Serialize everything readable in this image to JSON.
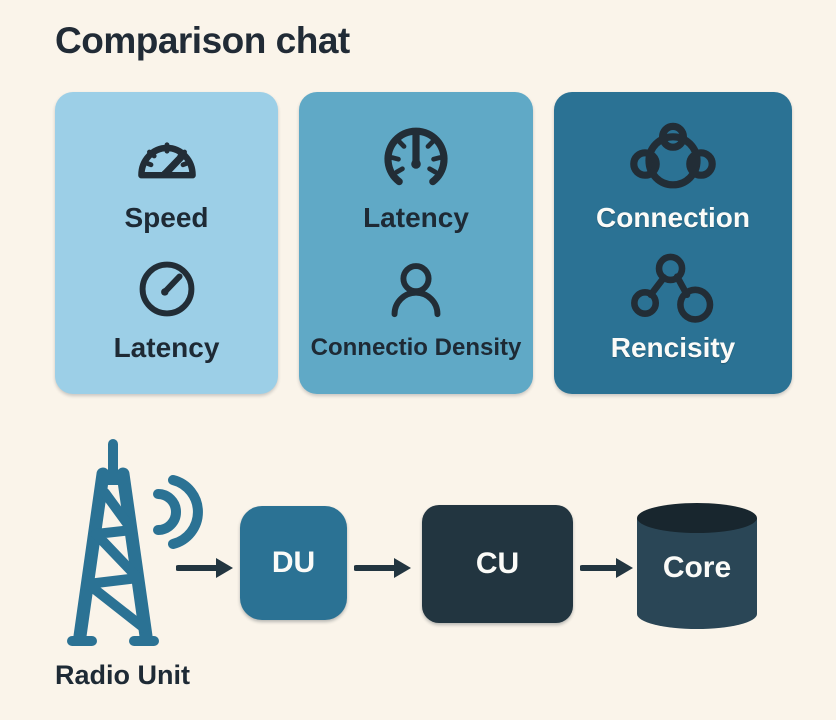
{
  "title": "Comparison chat",
  "cards": [
    {
      "background": "#9ccfe7",
      "text_color": "#1e2a35",
      "items": [
        {
          "icon": "speedometer-icon",
          "label": "Speed"
        },
        {
          "icon": "gauge-icon",
          "label": "Latency"
        }
      ]
    },
    {
      "background": "#60a9c6",
      "text_color": "#1e2a35",
      "items": [
        {
          "icon": "gauge-open-icon",
          "label": "Latency"
        },
        {
          "icon": "person-icon",
          "label": "Connectio Density"
        }
      ]
    },
    {
      "background": "#2b7294",
      "text_color": "#fbfbf8",
      "items": [
        {
          "icon": "molecule-icon",
          "label": "Connection"
        },
        {
          "icon": "share-network-icon",
          "label": "Rencisity"
        }
      ]
    }
  ],
  "flow": {
    "source": {
      "icon": "radio-tower-icon",
      "label": "Radio Unit"
    },
    "nodes": [
      {
        "label": "DU",
        "shape": "rounded-square",
        "color": "#2b7294"
      },
      {
        "label": "CU",
        "shape": "rounded-rect",
        "color": "#223540"
      },
      {
        "label": "Core",
        "shape": "cylinder",
        "color": "#2a4656"
      }
    ]
  },
  "colors": {
    "background": "#faf4ea",
    "title_text": "#212b36",
    "icon_stroke": "#222d36",
    "arrow": "#223540",
    "tower": "#2b7294",
    "core_top": "#18262e"
  }
}
